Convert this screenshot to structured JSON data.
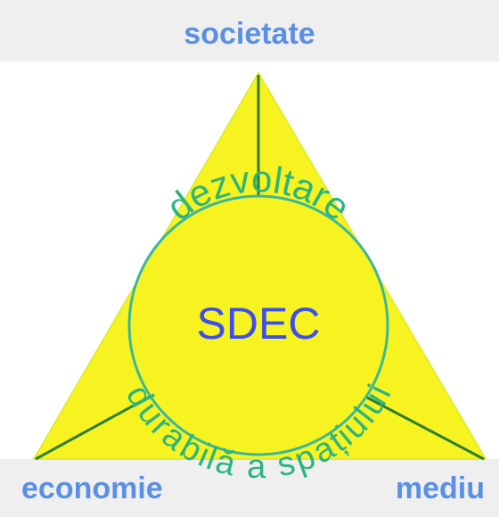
{
  "colors": {
    "background": "#ffffff",
    "band": "#efefef",
    "triangle_fill": "#f7f321",
    "triangle_edge": "#e0ec2a",
    "divider_lines": "#2e7d32",
    "circle_stroke": "#3ab89a",
    "circle_fill": "#f7f321",
    "arc_text": "#2bb57e",
    "center_text": "#3d4ef0",
    "labels": "#5a8fe6"
  },
  "labels": {
    "top": "societate",
    "bottom_left": "economie",
    "bottom_right": "mediu"
  },
  "emblem": {
    "top_arc": "dezvoltare",
    "center": "SDEC",
    "bottom_arc": "durabilă a spațiului"
  }
}
